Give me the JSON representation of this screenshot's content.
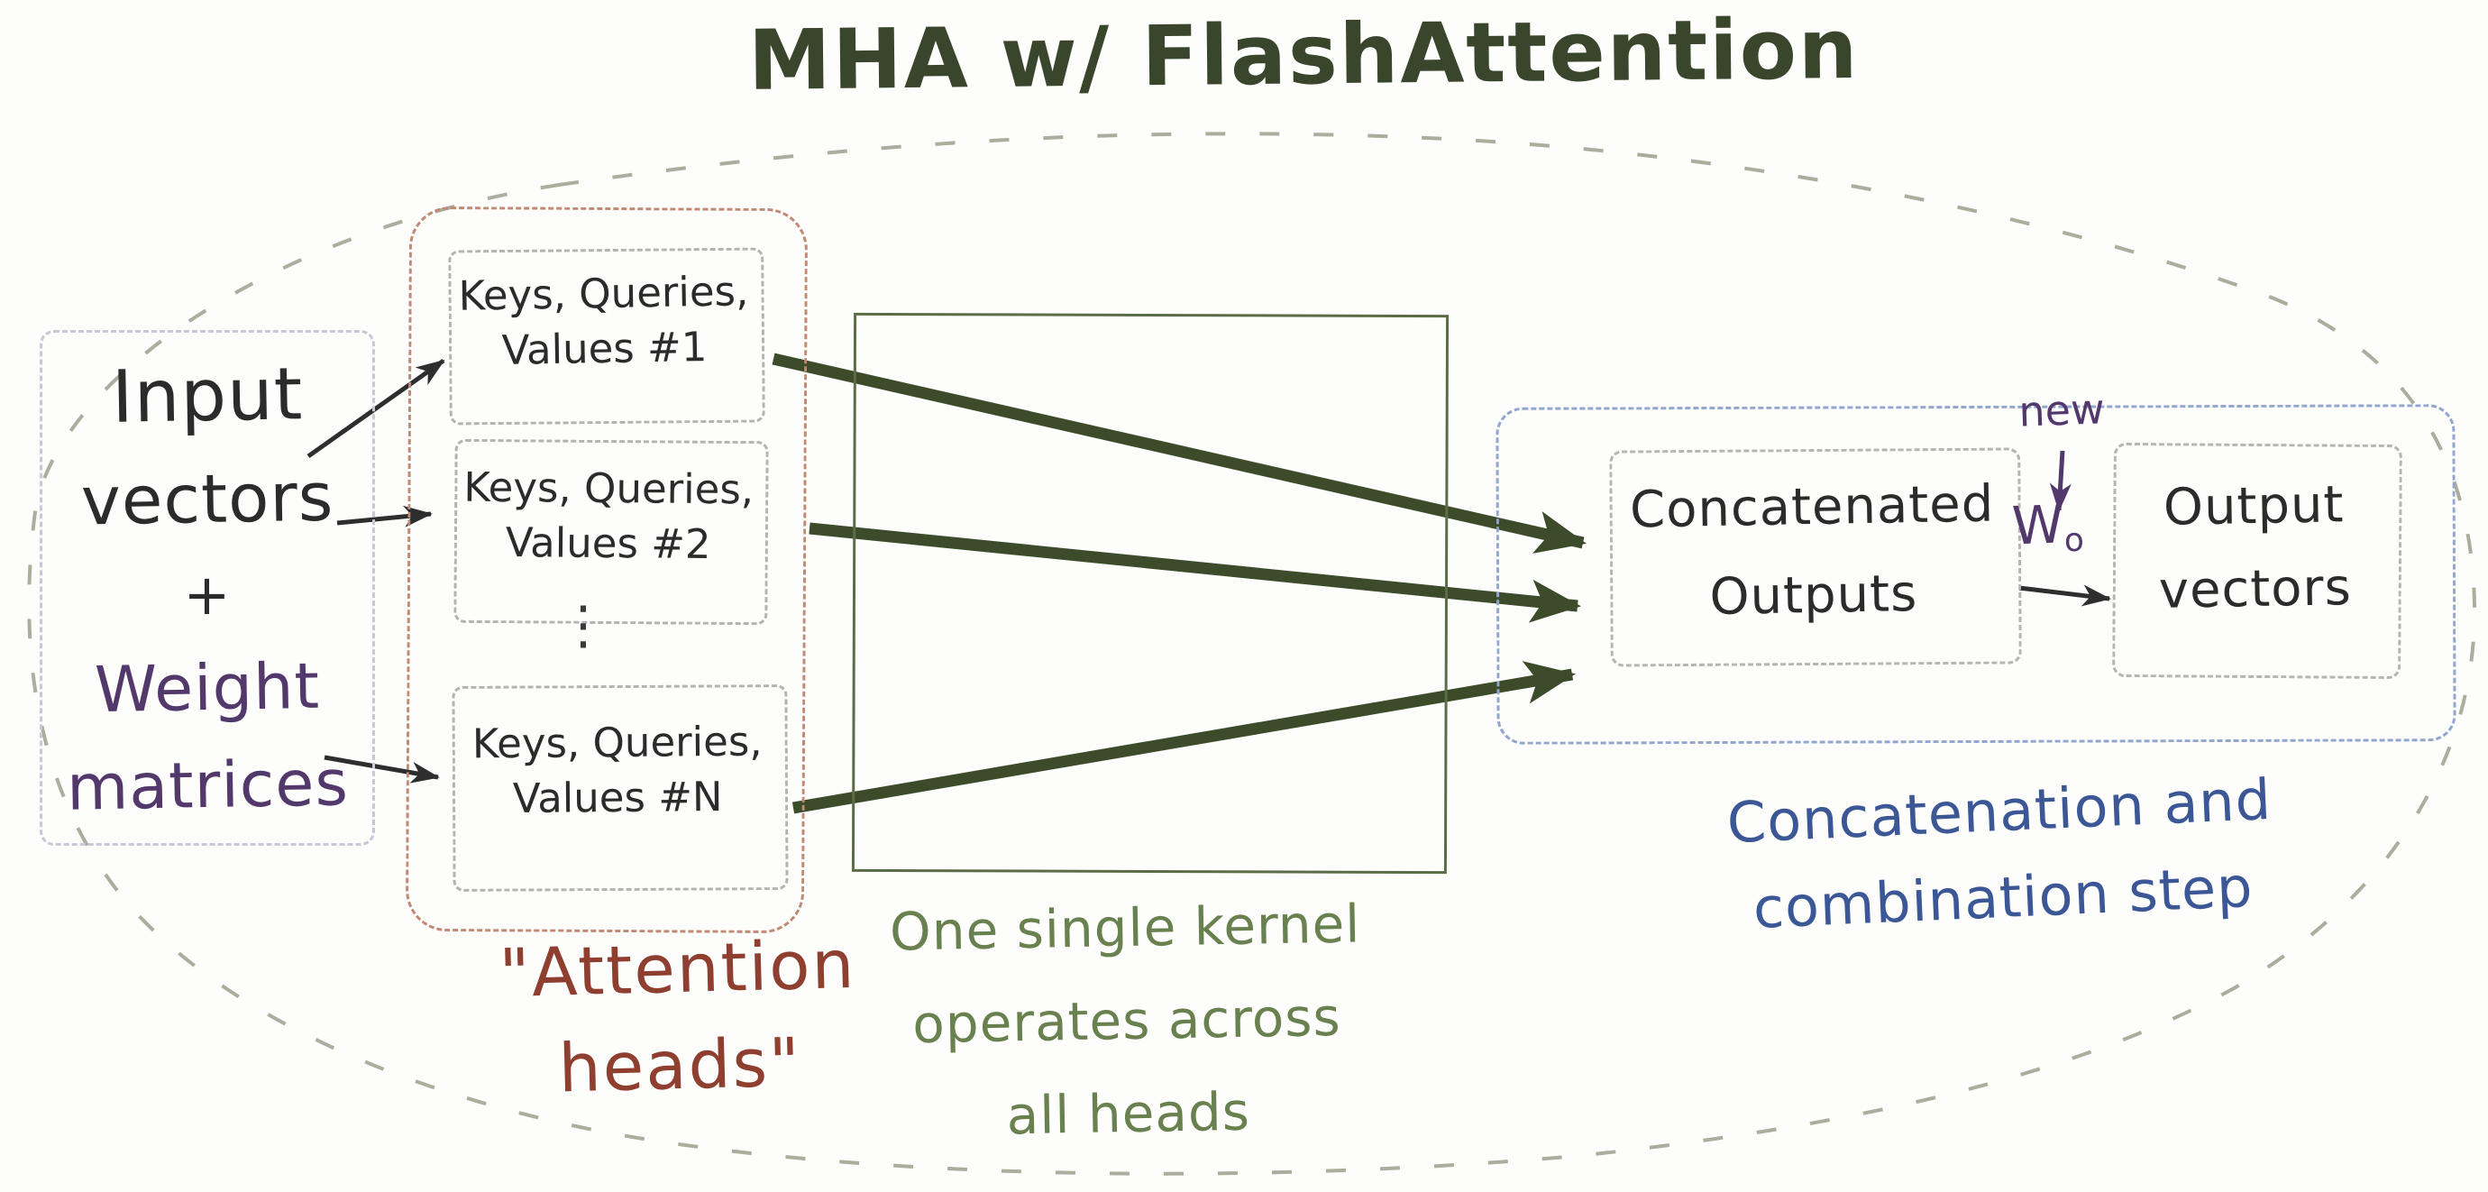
{
  "title": "MHA w/ FlashAttention",
  "input_panel": {
    "line1": "Input",
    "line2": "vectors",
    "plus": "+",
    "line3": "Weight",
    "line4": "matrices"
  },
  "attention_heads": {
    "heads": [
      {
        "line1": "Keys, Queries,",
        "line2": "Values #1"
      },
      {
        "line1": "Keys, Queries,",
        "line2": "Values #2"
      },
      {
        "line1": "Keys, Queries,",
        "line2": "Values #N"
      }
    ],
    "ellipsis": "⋮",
    "caption_line1": "\"Attention",
    "caption_line2": "heads\""
  },
  "kernel": {
    "caption_line1": "One single kernel",
    "caption_line2": "operates across",
    "caption_line3": "all heads"
  },
  "concatenation": {
    "box_line1": "Concatenated",
    "box_line2": "Outputs",
    "caption_line1": "Concatenation and",
    "caption_line2": "combination step"
  },
  "projection": {
    "new_label": "new",
    "weight_symbol": "W",
    "weight_subscript": "o"
  },
  "output_panel": {
    "line1": "Output",
    "line2": "vectors"
  },
  "colors": {
    "ink": "#2b2b2b",
    "title_green": "#39462c",
    "arrow_green": "#3c4c2b",
    "square_green": "#5c6d45",
    "kernel_text_green": "#69804f",
    "maroon": "#8e3f2f",
    "blue": "#3b5795",
    "purple": "#53396b",
    "box_gray": "#b3b3b3",
    "box_lavender": "#ccc6d6",
    "box_red": "#c28a74",
    "box_blue": "#93a6ce",
    "outer_outline_sage": "#9aa08c"
  }
}
